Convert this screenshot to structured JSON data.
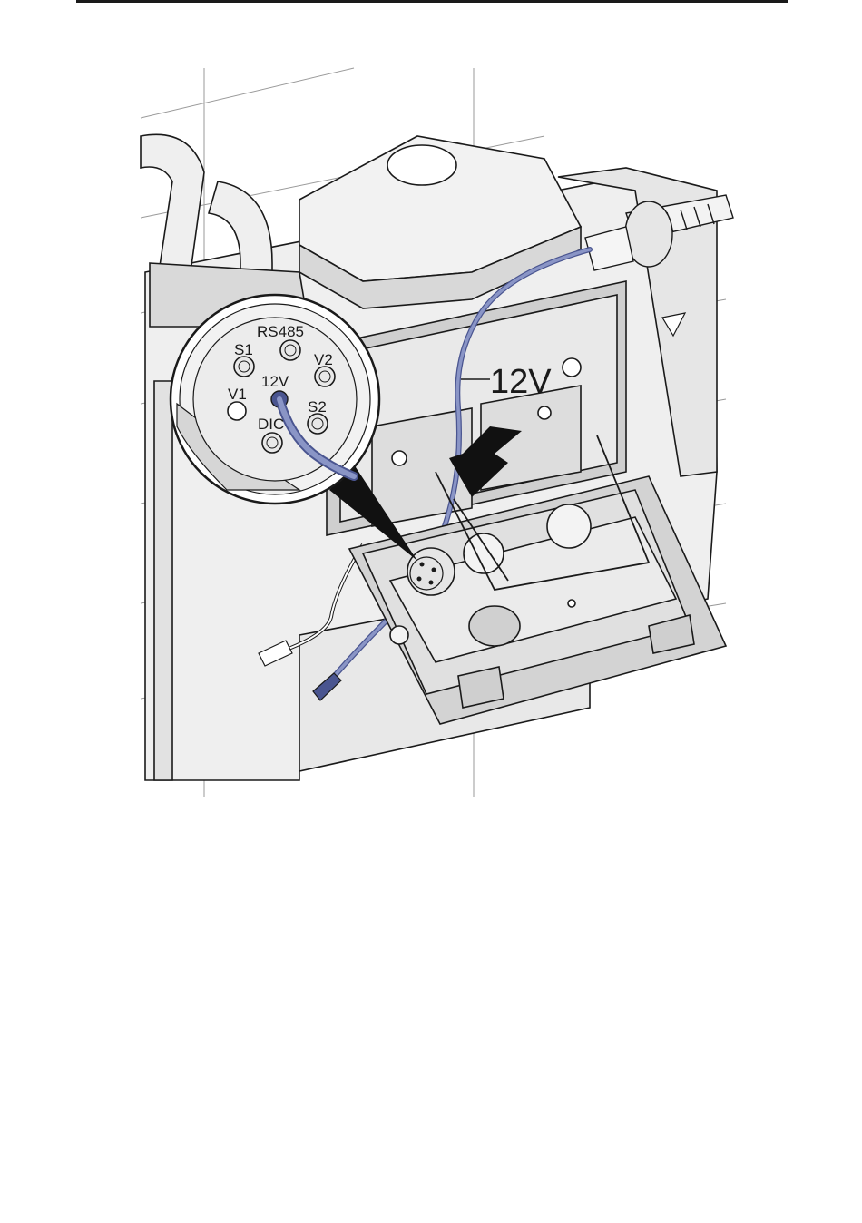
{
  "figure": {
    "callout_label": "12V",
    "connector_pins": {
      "rs485": "RS485",
      "s1": "S1",
      "v2": "V2",
      "v12": "12V",
      "v1": "V1",
      "s2": "S2",
      "dic": "DIC"
    },
    "colors": {
      "cable_blue": "#8a95c6",
      "cable_dark": "#4a5590",
      "line": "#1a1a1a",
      "panel_gray": "#dcdcdc",
      "wall_gray": "#ececec"
    }
  }
}
